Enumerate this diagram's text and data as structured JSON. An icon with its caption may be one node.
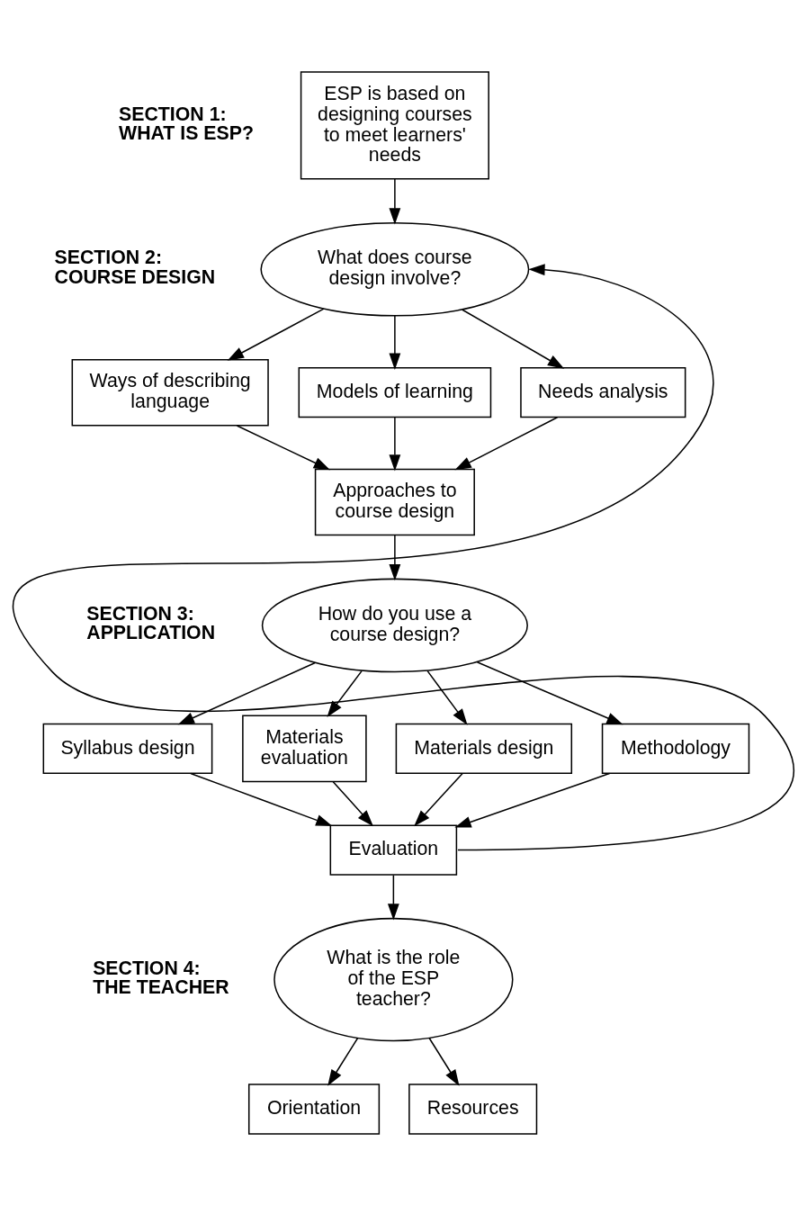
{
  "diagram": {
    "nodes": [
      {
        "text": [
          "ESP is based on designing courses to meet learners' needs"
        ]
      },
      {
        "text": [
          "What does course design involve?"
        ]
      },
      {
        "text": [
          "Ways of describing language"
        ]
      },
      {
        "text": [
          "Models of learning"
        ]
      },
      {
        "text": [
          "Needs analysis"
        ]
      },
      {
        "text": [
          "Approaches to course design"
        ]
      },
      {
        "text": [
          "How do you use a course design?"
        ]
      },
      {
        "text": [
          "Syllabus design"
        ]
      },
      {
        "text": [
          "Materials evaluation"
        ]
      },
      {
        "text": [
          "Materials design"
        ]
      },
      {
        "text": [
          "Methodology"
        ]
      },
      {
        "text": [
          "Evaluation"
        ]
      },
      {
        "text": [
          "What is the role of the ESP teacher?"
        ]
      },
      {
        "text": [
          "Orientation"
        ]
      },
      {
        "text": [
          "Resources"
        ]
      }
    ],
    "edges": [
      {
        "from": 0,
        "to": 1,
        "arrow": "to"
      },
      {
        "from": 1,
        "to": 2,
        "arrow": "to"
      },
      {
        "from": 1,
        "to": 3,
        "arrow": "to"
      },
      {
        "from": 1,
        "to": 4,
        "arrow": "to"
      },
      {
        "from": 2,
        "to": 5,
        "arrow": "to"
      },
      {
        "from": 3,
        "to": 5,
        "arrow": "to"
      },
      {
        "from": 4,
        "to": 5,
        "arrow": "to"
      },
      {
        "from": 5,
        "to": 6,
        "arrow": "to"
      },
      {
        "from": 6,
        "to": 7,
        "arrow": "to"
      },
      {
        "from": 6,
        "to": 8,
        "arrow": "to"
      },
      {
        "from": 6,
        "to": 9,
        "arrow": "to"
      },
      {
        "from": 6,
        "to": 10,
        "arrow": "to"
      },
      {
        "from": 7,
        "to": 11,
        "arrow": "to"
      },
      {
        "from": 8,
        "to": 11,
        "arrow": "to"
      },
      {
        "from": 9,
        "to": 11,
        "arrow": "to"
      },
      {
        "from": 10,
        "to": 11,
        "arrow": "to"
      },
      {
        "from": 11,
        "to": 12,
        "arrow": "to"
      },
      {
        "from": 11,
        "to": 1,
        "arrow": "to"
      },
      {
        "from": 12,
        "to": 13,
        "arrow": "to"
      },
      {
        "from": 12,
        "to": 14,
        "arrow": "to"
      }
    ],
    "labels": [
      "SECTION 1: WHAT IS ESP?",
      "SECTION 2: COURSE DESIGN",
      "SECTION 3: APPLICATION",
      "SECTION 4: THE TEACHER"
    ]
  }
}
